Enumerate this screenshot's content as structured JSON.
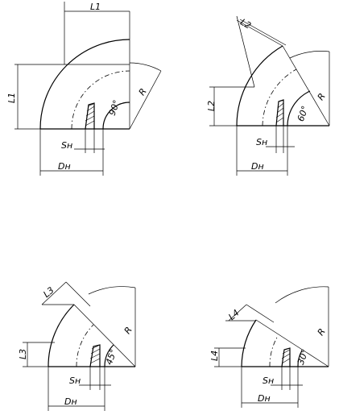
{
  "figures": [
    {
      "id": "elbow-90",
      "labels": {
        "length": "L1",
        "angle": "90°",
        "radius": "R",
        "wall": "Sн",
        "diameter": "Dн"
      }
    },
    {
      "id": "elbow-60",
      "labels": {
        "length": "L2",
        "angle": "60°",
        "radius": "R",
        "wall": "Sн",
        "diameter": "Dн"
      }
    },
    {
      "id": "elbow-45",
      "labels": {
        "length": "L3",
        "angle": "45°",
        "radius": "R",
        "wall": "Sн",
        "diameter": "Dн"
      }
    },
    {
      "id": "elbow-30",
      "labels": {
        "length": "L4",
        "angle": "30°",
        "radius": "R",
        "wall": "Sн",
        "diameter": "Dн"
      }
    }
  ]
}
